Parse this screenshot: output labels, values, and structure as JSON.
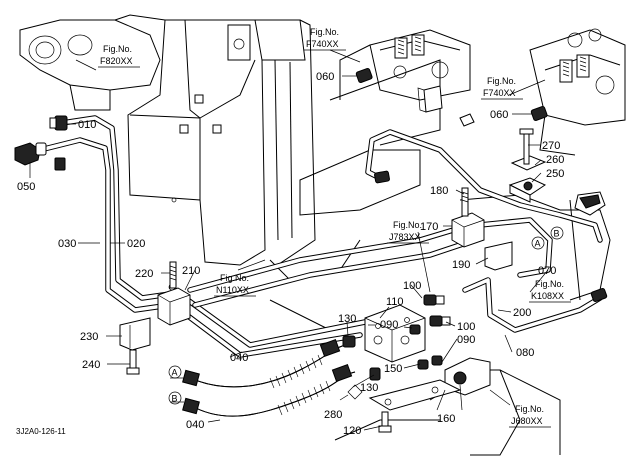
{
  "parts": {
    "p010": "010",
    "p050": "050",
    "p030": "030",
    "p020": "020",
    "p220": "220",
    "p210": "210",
    "p230": "230",
    "p240": "240",
    "p040a": "040",
    "p040b": "040",
    "p060a": "060",
    "p060b": "060",
    "p270": "270",
    "p260": "260",
    "p250": "250",
    "p180": "180",
    "p170": "170",
    "p190": "190",
    "p070": "070",
    "p200": "200",
    "p080": "080",
    "p110": "110",
    "p090a": "090",
    "p090b": "090",
    "p100a": "100",
    "p100b": "100",
    "p130a": "130",
    "p130b": "130",
    "p150": "150",
    "p160": "160",
    "p280": "280",
    "p120": "120"
  },
  "callouts": {
    "a1": "A",
    "a2": "A",
    "b1": "B",
    "b2": "B"
  },
  "figure_refs": {
    "f820": {
      "label": "Fig.No.",
      "code": "F820XX"
    },
    "f740a": {
      "label": "Fig.No.",
      "code": "F740XX"
    },
    "f740b": {
      "label": "Fig.No.",
      "code": "F740XX"
    },
    "n110": {
      "label": "Fig.No.",
      "code": "N110XX"
    },
    "j783": {
      "label": "Fig.No.",
      "code": "J783XX"
    },
    "k108": {
      "label": "Fig.No.",
      "code": "K108XX"
    },
    "j680": {
      "label": "Fig.No.",
      "code": "J680XX"
    }
  },
  "drawing_code": "3J2A0-126-11"
}
